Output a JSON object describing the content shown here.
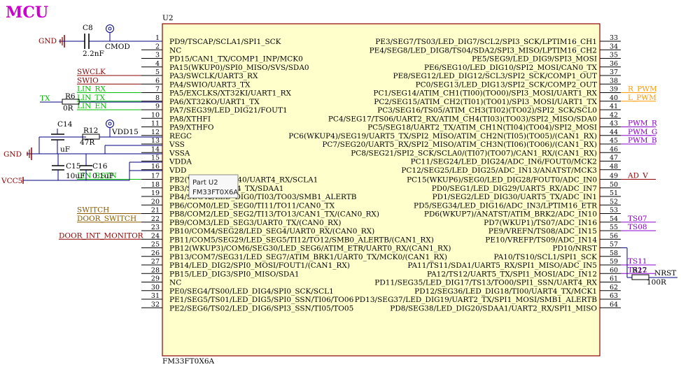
{
  "title": "MCU",
  "colors": {
    "title": "#cc00cc",
    "chip_fill": "#ffffcc",
    "chip_border": "#8b0000",
    "wire": "#000080",
    "power": "#8b0000",
    "green": "#00bb00",
    "darkred": "#8b0000",
    "purple": "#8800cc",
    "orange": "#ff9900",
    "olive": "#8b5a00"
  },
  "chip": {
    "ref": "U2",
    "value": "FM33FT0X6A"
  },
  "tooltip": {
    "line1": "Part U2",
    "line2": "FM33FT0X6A"
  },
  "left_pins": [
    {
      "num": "1",
      "name": "PD9/TSCAP/SCLA1/SPI1_SCK"
    },
    {
      "num": "2",
      "name": "NC"
    },
    {
      "num": "3",
      "name": "PD15/CAN1_TX/COMP1_INP/MCK0"
    },
    {
      "num": "4",
      "name": "PA15(WKUP0)/SPI0_MISO/SVS/SDA0"
    },
    {
      "num": "5",
      "name": "PA3/SWCLK/UART3_RX"
    },
    {
      "num": "6",
      "name": "PA4/SWIO/UART3_TX"
    },
    {
      "num": "7",
      "name": "PA5/EXCLKS/XT32KI/UART1_RX"
    },
    {
      "num": "8",
      "name": "PA6/XT32KO/UART1_TX"
    },
    {
      "num": "9",
      "name": "PA7/SEG39/LED_DIG21/FOUT1"
    },
    {
      "num": "10",
      "name": "PA8/XTHFI"
    },
    {
      "num": "11",
      "name": "PA9/XTHFO"
    },
    {
      "num": "12",
      "name": "REGC"
    },
    {
      "num": "13",
      "name": "VSS"
    },
    {
      "num": "14",
      "name": "VSSA"
    },
    {
      "num": "15",
      "name": "VDDA"
    },
    {
      "num": "16",
      "name": "VDD"
    },
    {
      "num": "17",
      "name": "PB2(WKUP2)/SEG40/UART4_RX/SCLA1"
    },
    {
      "num": "18",
      "name": "PB3/SEG41/UART4_TX/SDAA1"
    },
    {
      "num": "19",
      "name": "PB4/SEG42/LED_DIG0/TI03/TO03/SMB1_ALERTB"
    },
    {
      "num": "20",
      "name": "PB6/COM0/LED_SEG0/TI11/TO11/CAN0_TX"
    },
    {
      "num": "21",
      "name": "PB8/COM2/LED_SEG2/TI13/TO13/CAN1_TX/(CAN0_RX)"
    },
    {
      "num": "22",
      "name": "PB9/COM3/LED_SEG3/UART0_TX/(CAN0_RX)"
    },
    {
      "num": "23",
      "name": "PB10/COM4/SEG28/LED_SEG4/UART0_RX/(CAN0_RX)"
    },
    {
      "num": "24",
      "name": "PB11/COM5/SEG29/LED_SEG5/TI12/TO12/SMB0_ALERTB/(CAN1_RX)"
    },
    {
      "num": "25",
      "name": "PB12(WKUP3)/COM6/SEG30/LED_SEG6/ATIM_ETR/UART0_RX/(CAN1_RX)"
    },
    {
      "num": "26",
      "name": "PB13/COM7/SEG31/LED_SEG7/ATIM_BRK1/UART0_TX/MCK0/(CAN1_RX)"
    },
    {
      "num": "27",
      "name": "PB14/LED_DIG2/SPI0_MOSI/FOUT1/(CAN1_RX)"
    },
    {
      "num": "28",
      "name": "PB15/LED_DIG3/SPI0_MISO/SDA1"
    },
    {
      "num": "29",
      "name": "NC"
    },
    {
      "num": "30",
      "name": "PE0/SEG4/TS00/LED_DIG4/SPI0_SCK/SCL1"
    },
    {
      "num": "31",
      "name": "PE1/SEG5/TS01/LED_DIG5/SPI0_SSN/TI06/TO06"
    },
    {
      "num": "32",
      "name": "PE2/SEG6/TS02/LED_DIG6/SPI3_SSN/TI05/TO05"
    }
  ],
  "right_pins": [
    {
      "num": "33",
      "name": "PE3/SEG7/TS03/LED_DIG7/SCL2/SPI3_SCK/LPTIM16_CH1"
    },
    {
      "num": "34",
      "name": "PE4/SEG8/LED_DIG8/TS04/SDA2/SPI3_MISO/LPTIM16_CH2"
    },
    {
      "num": "35",
      "name": "PE5/SEG9/LED_DIG9/SPI3_MOSI"
    },
    {
      "num": "36",
      "name": "PE6/SEG10/LED_DIG10/SPI2_MOSI/CAN0_TX"
    },
    {
      "num": "37",
      "name": "PE8/SEG12/LED_DIG12/SCL3/SPI2_SCK/COMP1_OUT"
    },
    {
      "num": "38",
      "name": "PC0/SEG13/LED_DIG13/SPI2_SCK/COMP2_OUT"
    },
    {
      "num": "39",
      "name": "PC1/SEG14/ATIM_CH1(TI00)(TO00)/SPI3_MOSI/UART1_RX"
    },
    {
      "num": "40",
      "name": "PC2/SEG15/ATIM_CH2(TI01)(TO01)/SPI3_MOSI/UART1_TX"
    },
    {
      "num": "41",
      "name": "PC3/SEG16/TS05/ATIM_CH3(TI02)(TO02)/SPI2_SCK/SCL0"
    },
    {
      "num": "42",
      "name": "PC4/SEG17/TS06/UART2_RX/ATIM_CH4(TI03)(TO03)/SPI2_MISO/SDA0"
    },
    {
      "num": "43",
      "name": "PC5/SEG18/UART2_TX/ATIM_CH1N(TI04)(TO04)/SPI2_MOSI"
    },
    {
      "num": "44",
      "name": "PC6(WKUP4)/SEG19/UART5_TX/SPI2_MISO/ATIM_CH2N(TI05)(TO05)/(CAN1_RX)"
    },
    {
      "num": "45",
      "name": "PC7/SEG20/UART5_RX/SPI2_MISO/ATIM_CH3N(TI06)(TO06)/(CAN1_RX)"
    },
    {
      "num": "46",
      "name": "PC8/SEG21/SPI2_SCK/SCLA0/(TI07)(TO07)/CAN1_RX/(CAN1_RX)"
    },
    {
      "num": "47",
      "name": "PC11/SEG24/LED_DIG24/ADC_IN6/FOUT0/MCK2"
    },
    {
      "num": "48",
      "name": "PC12/SEG25/LED_DIG25/ADC_IN13/ANATST/MCK3"
    },
    {
      "num": "49",
      "name": "PC15(WKUP6)/SEG0/LED_DIG28/FOUT0/ADC_IN0"
    },
    {
      "num": "50",
      "name": "PD0/SEG1/LED_DIG29/UART5_RX/ADC_IN7"
    },
    {
      "num": "51",
      "name": "PD1/SEG2/LED_DIG30/UART5_TX/ADC_IN1"
    },
    {
      "num": "52",
      "name": "PD5/SEG34/LED_DIG16/ADC_IN3/LPTIM16_ETR"
    },
    {
      "num": "53",
      "name": "PD6(WKUP7)/ANATST/ATIM_BRK2/ADC_IN10"
    },
    {
      "num": "54",
      "name": "PD7(WKUP1)/TS07/ADC_IN16"
    },
    {
      "num": "55",
      "name": "PE9/VREFN/TS08/ADC_IN15"
    },
    {
      "num": "56",
      "name": "PE10/VREFP/TS09/ADC_IN14"
    },
    {
      "num": "57",
      "name": "PD10/NRST"
    },
    {
      "num": "58",
      "name": "PA10/TS10/SCL1/SPI1_SCK"
    },
    {
      "num": "59",
      "name": "PA11/TS11/SDA1/UART5_RX/SPI1_MISO/ADC_IN5"
    },
    {
      "num": "60",
      "name": "PA12/TS12/UART5_TX/SPI1_MOSI/ADC_IN12"
    },
    {
      "num": "61",
      "name": "PD11/SEG35/LED_DIG17/TS13/TO00/SPI1_SSN/UART4_RX"
    },
    {
      "num": "62",
      "name": "PD12/SEG36/LED_DIG18/TI00/UART4_TX/MCK1"
    },
    {
      "num": "63",
      "name": "PD13/SEG37/LED_DIG19/UART2_TX/SPI1_MOSI/SMB1_ALERTB"
    },
    {
      "num": "64",
      "name": "PD8/SEG38/LED_DIG20/SDAA1/UART2_RX/SPI1_MISO"
    }
  ],
  "left_nets": [
    {
      "label": "SWCLK",
      "pin": "5",
      "color": "#8b0000"
    },
    {
      "label": "SWIO",
      "pin": "6",
      "color": "#8b0000"
    },
    {
      "label": "LIN_RX",
      "pin": "7",
      "color": "#00bb00"
    },
    {
      "label": "LIN_TX",
      "pin": "8",
      "color": "#00bb00"
    },
    {
      "label": "LIN_EN",
      "pin": "9",
      "color": "#00bb00"
    },
    {
      "label": "LIN_RSTN",
      "pin": "17",
      "color": "#00bb00"
    },
    {
      "label": "SWITCH",
      "pin": "21",
      "color": "#8b5a00"
    },
    {
      "label": "DOOR_SWITCH",
      "pin": "22",
      "color": "#8b5a00"
    },
    {
      "label": "DOOR_INT_MONITOR",
      "pin": "24",
      "color": "#8b0000"
    }
  ],
  "right_nets": [
    {
      "label": "R_PWM",
      "pin": "39",
      "color": "#ff9900"
    },
    {
      "label": "L_PWM",
      "pin": "40",
      "color": "#ff9900"
    },
    {
      "label": "PWM_R",
      "pin": "43",
      "color": "#8800cc"
    },
    {
      "label": "PWM_G",
      "pin": "44",
      "color": "#8800cc"
    },
    {
      "label": "PWM_B",
      "pin": "45",
      "color": "#8800cc"
    },
    {
      "label": "AD_V",
      "pin": "49",
      "color": "#8b0000"
    },
    {
      "label": "TS07",
      "pin": "54",
      "color": "#8800cc"
    },
    {
      "label": "TS08",
      "pin": "55",
      "color": "#8800cc"
    },
    {
      "label": "TS11",
      "pin": "59",
      "color": "#8800cc"
    },
    {
      "label": "TS12",
      "pin": "60",
      "color": "#8800cc"
    }
  ],
  "components": {
    "c8": {
      "ref": "C8",
      "value": "2.2nF"
    },
    "cmod": "CMOD",
    "r6": {
      "ref": "R6",
      "value": "0R"
    },
    "tx": "TX",
    "c14": "C14",
    "r12": {
      "ref": "R12",
      "value": "47R"
    },
    "c14_value": "uF",
    "vdd15": "VDD15",
    "c15": {
      "ref": "C15",
      "value": "10uF"
    },
    "c16": {
      "ref": "C16",
      "value": "0.1uF"
    },
    "r27": {
      "ref": "R27",
      "value": "100R"
    },
    "nrst": "NRST",
    "gnd": "GND",
    "vcc5": "VCC5"
  }
}
